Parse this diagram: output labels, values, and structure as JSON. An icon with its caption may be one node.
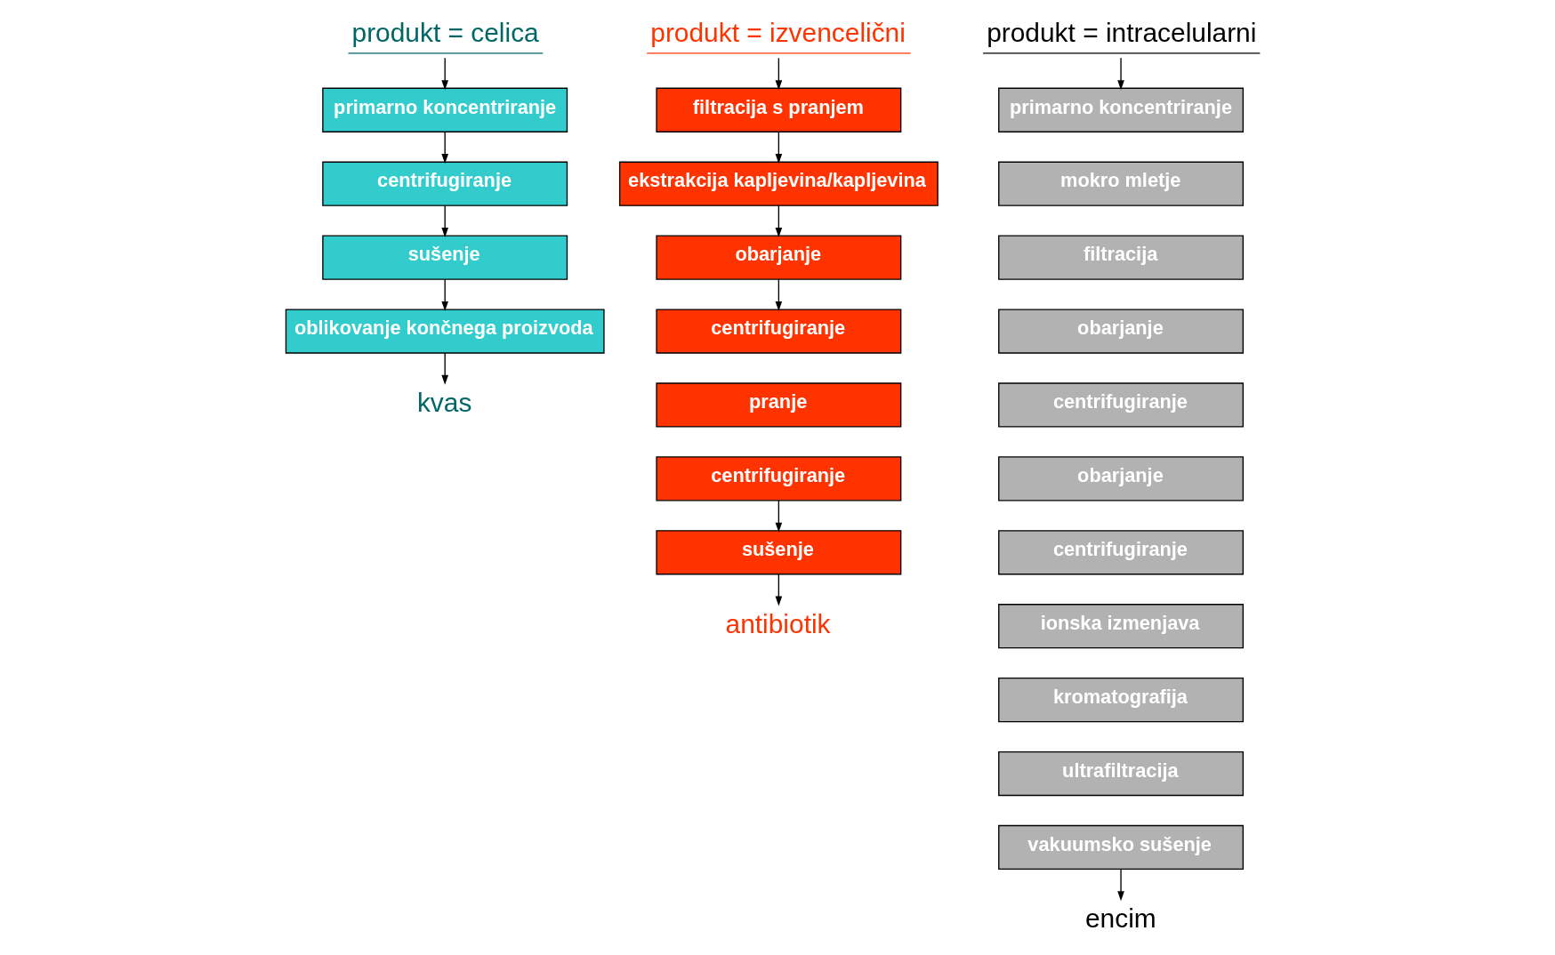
{
  "diagram": {
    "nodes": [
      {
        "text": [
          "produkt = celica"
        ]
      },
      {
        "text": [
          "produkt = izvencelični"
        ]
      },
      {
        "text": [
          "produkt = intracelularni"
        ]
      },
      {
        "text": [
          "primarno koncentriranje"
        ]
      },
      {
        "text": [
          "centrifugiranje"
        ]
      },
      {
        "text": [
          "sušenje"
        ]
      },
      {
        "text": [
          "oblikovanje končnega proizvoda"
        ]
      },
      {
        "text": [
          "kvas"
        ]
      },
      {
        "text": [
          "filtracija s pranjem"
        ]
      },
      {
        "text": [
          "ekstrakcija kapljevina/kapljevina"
        ]
      },
      {
        "text": [
          "obarjanje"
        ]
      },
      {
        "text": [
          "centrifugiranje"
        ]
      },
      {
        "text": [
          "pranje"
        ]
      },
      {
        "text": [
          "centrifugiranje"
        ]
      },
      {
        "text": [
          "sušenje"
        ]
      },
      {
        "text": [
          "antibiotik"
        ]
      },
      {
        "text": [
          "primarno koncentriranje"
        ]
      },
      {
        "text": [
          "mokro mletje"
        ]
      },
      {
        "text": [
          "filtracija"
        ]
      },
      {
        "text": [
          "obarjanje"
        ]
      },
      {
        "text": [
          "centrifugiranje"
        ]
      },
      {
        "text": [
          "obarjanje"
        ]
      },
      {
        "text": [
          "centrifugiranje"
        ]
      },
      {
        "text": [
          "ionska izmenjava"
        ]
      },
      {
        "text": [
          "kromatografija"
        ]
      },
      {
        "text": [
          "ultrafiltracija"
        ]
      },
      {
        "text": [
          "vakuumsko sušenje"
        ]
      },
      {
        "text": [
          "encim"
        ]
      }
    ],
    "edges": [
      {
        "from": 0,
        "to": 3,
        "arrow": "to"
      },
      {
        "from": 3,
        "to": 4,
        "arrow": "to"
      },
      {
        "from": 4,
        "to": 5,
        "arrow": "to"
      },
      {
        "from": 5,
        "to": 6,
        "arrow": "to"
      },
      {
        "from": 6,
        "to": 7,
        "arrow": "to"
      },
      {
        "from": 1,
        "to": 8,
        "arrow": "to"
      },
      {
        "from": 8,
        "to": 9,
        "arrow": "to"
      },
      {
        "from": 9,
        "to": 10,
        "arrow": "to"
      },
      {
        "from": 10,
        "to": 11,
        "arrow": "to"
      },
      {
        "from": 13,
        "to": 14,
        "arrow": "to"
      },
      {
        "from": 14,
        "to": 15,
        "arrow": "to"
      },
      {
        "from": 2,
        "to": 16,
        "arrow": "to"
      },
      {
        "from": 26,
        "to": 27,
        "arrow": "to"
      }
    ]
  }
}
